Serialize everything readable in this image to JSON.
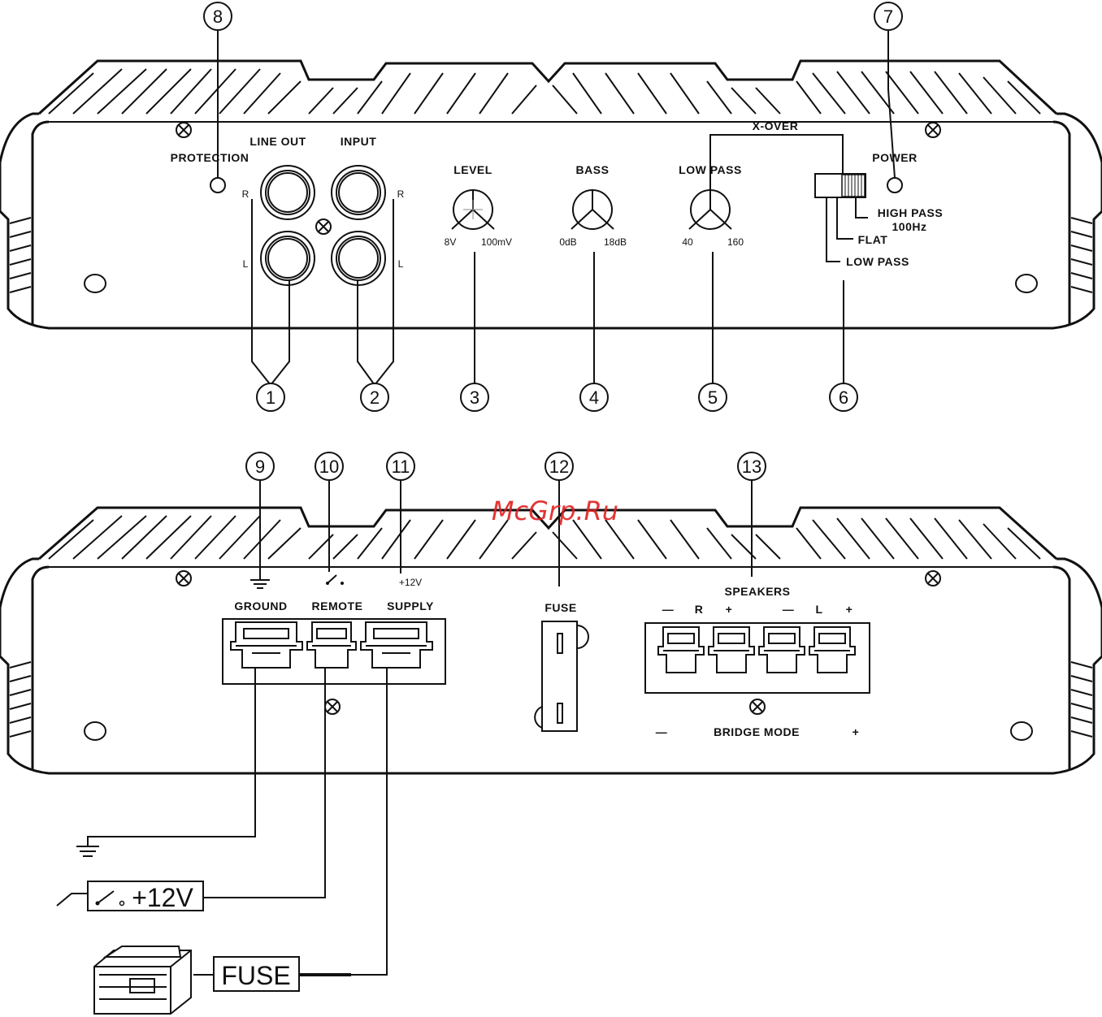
{
  "watermark": "McGrp.Ru",
  "top_panel": {
    "labels": {
      "protection": "PROTECTION",
      "line_out": "LINE OUT",
      "input": "INPUT",
      "level": "LEVEL",
      "bass": "BASS",
      "low_pass": "LOW PASS",
      "x_over": "X-OVER",
      "power": "POWER",
      "high_pass": "HIGH PASS",
      "high_pass_freq": "100Hz",
      "flat": "FLAT",
      "low_pass_switch": "LOW PASS",
      "r_left": "R",
      "l_left": "L",
      "r_right": "R",
      "l_right": "L"
    },
    "knob_scales": {
      "level_min": "8V",
      "level_max": "100mV",
      "bass_min": "0dB",
      "bass_max": "18dB",
      "lp_min": "40",
      "lp_max": "160"
    },
    "callouts": [
      "1",
      "2",
      "3",
      "4",
      "5",
      "6",
      "7",
      "8"
    ]
  },
  "bottom_panel": {
    "labels": {
      "ground": "GROUND",
      "remote": "REMOTE",
      "supply": "SUPPLY",
      "plus12": "+12V",
      "fuse": "FUSE",
      "speakers": "SPEAKERS",
      "bridge_mode": "BRIDGE MODE",
      "minus": "—",
      "plus": "+",
      "r": "R",
      "l": "L"
    },
    "callouts": [
      "9",
      "10",
      "11",
      "12",
      "13"
    ]
  },
  "wiring": {
    "remote_voltage": "+12V",
    "fuse_box": "FUSE"
  }
}
